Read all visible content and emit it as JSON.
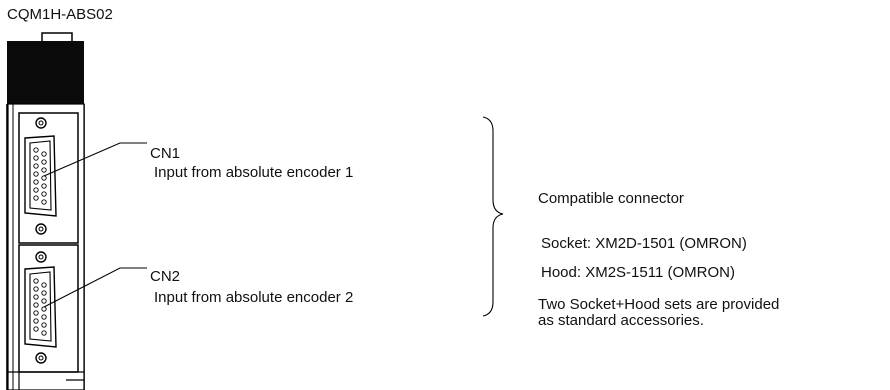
{
  "module": {
    "title": "CQM1H-ABS02"
  },
  "connectors": [
    {
      "name": "CN1",
      "description": "Input from absolute encoder 1"
    },
    {
      "name": "CN2",
      "description": "Input from absolute encoder 2"
    }
  ],
  "compatible": {
    "heading": "Compatible connector",
    "socket": "Socket: XM2D-1501 (OMRON)",
    "hood": "Hood: XM2S-1511 (OMRON)",
    "note": "Two Socket+Hood sets are provided\nas standard accessories."
  }
}
